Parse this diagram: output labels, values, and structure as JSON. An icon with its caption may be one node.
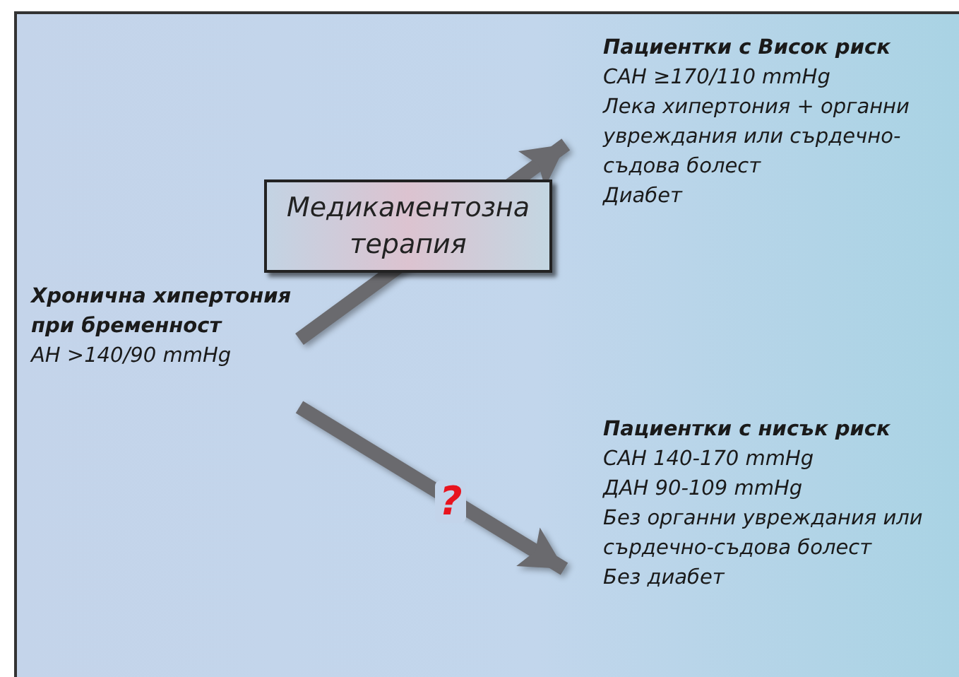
{
  "diagram": {
    "nodes": [
      {
        "text": [
          "Хронична хипертония при бременност",
          "АН >140/90 mmHg"
        ]
      },
      {
        "text": [
          "Пациентки с Висок риск",
          "САН ≥170/110 mmHg",
          "Лека хипертония + органни увреждания или сърдечно-съдова болест",
          "Диабет"
        ]
      },
      {
        "text": [
          "Пациентки с нисък риск",
          "САН 140-170 mmHg",
          "ДАН 90-109 mmHg",
          "Без органни увреждания или сърдечно-съдова болест",
          "Без диабет"
        ]
      }
    ],
    "edges": [
      {
        "from": 0,
        "to": 1,
        "arrow": "to",
        "label": "Медикаментозна терапия"
      },
      {
        "from": 0,
        "to": 2,
        "arrow": "to",
        "label": "?"
      }
    ]
  }
}
